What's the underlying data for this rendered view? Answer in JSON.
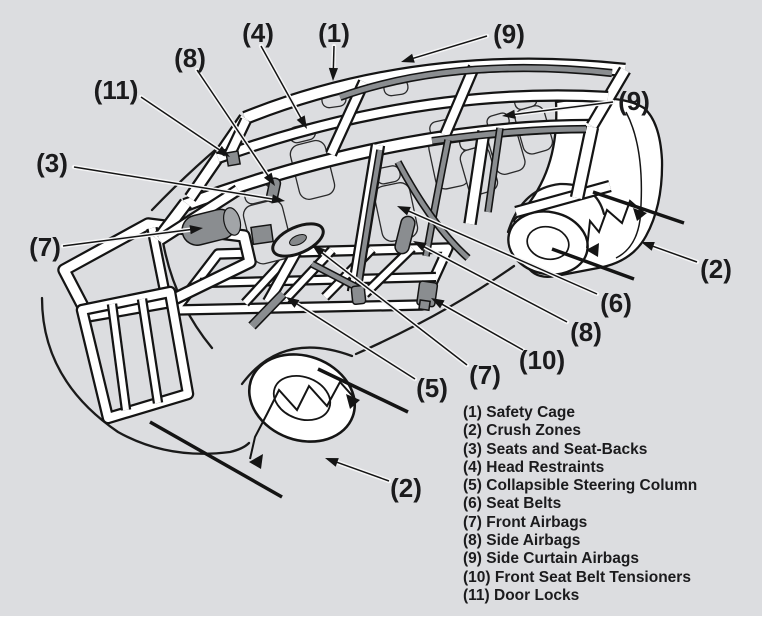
{
  "diagram": {
    "title": "vehicle-safety-features-cutaway",
    "callouts": [
      {
        "id": "safety-cage",
        "text": "(1)"
      },
      {
        "id": "head-restraints",
        "text": "(4)"
      },
      {
        "id": "side-airbags-front",
        "text": "(8)"
      },
      {
        "id": "door-locks",
        "text": "(11)"
      },
      {
        "id": "seats-and-seat-backs",
        "text": "(3)"
      },
      {
        "id": "side-curtain-airbags-a",
        "text": "(9)"
      },
      {
        "id": "side-curtain-airbags-b",
        "text": "(9)"
      },
      {
        "id": "crush-zones-rear",
        "text": "(2)"
      },
      {
        "id": "seat-belts",
        "text": "(6)"
      },
      {
        "id": "side-airbags-mid",
        "text": "(8)"
      },
      {
        "id": "front-seat-belt-tensioners",
        "text": "(10)"
      },
      {
        "id": "front-airbags-wheel",
        "text": "(7)"
      },
      {
        "id": "collapsible-steering-column",
        "text": "(5)"
      },
      {
        "id": "front-airbags-dash",
        "text": "(7)"
      },
      {
        "id": "crush-zones-front",
        "text": "(2)"
      }
    ],
    "legend": {
      "items": [
        {
          "text": "(1) Safety Cage"
        },
        {
          "text": "(2) Crush Zones"
        },
        {
          "text": "(3) Seats and Seat-Backs"
        },
        {
          "text": "(4) Head Restraints"
        },
        {
          "text": "(5) Collapsible Steering Column"
        },
        {
          "text": "(6) Seat Belts"
        },
        {
          "text": "(7) Front Airbags"
        },
        {
          "text": "(8) Side Airbags"
        },
        {
          "text": "(9) Side Curtain Airbags"
        },
        {
          "text": "(10) Front Seat Belt Tensioners"
        },
        {
          "text": "(11) Door Locks"
        }
      ]
    },
    "colors": {
      "background": "#dcdde0",
      "line": "#141414",
      "component_gray": "#8a8d90",
      "frame_white": "#ffffff",
      "text": "#1b1b1d"
    }
  }
}
